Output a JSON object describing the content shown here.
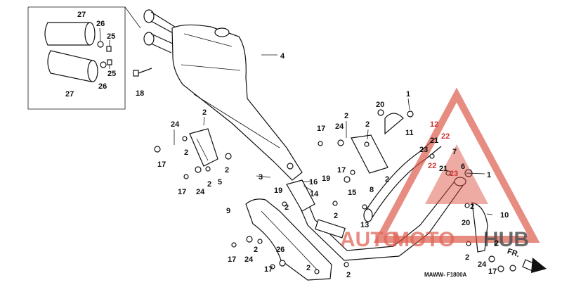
{
  "diagram_code": "MAWW- F1800A",
  "direction_label": "FR.",
  "watermark": {
    "text_auto": "AUTO",
    "text_moto": "MOTO",
    "text_hub": "HUB",
    "accent_color": "#d94b3a",
    "dark_color": "#333333"
  },
  "callouts": {
    "c27a": "27",
    "c26a": "26",
    "c25a": "25",
    "c25b": "25",
    "c26b": "26",
    "c27b": "27",
    "c18": "18",
    "c4": "4",
    "c2a": "2",
    "c24a": "24",
    "c2b": "2",
    "c17a": "17",
    "c2c": "2",
    "c24b": "24",
    "c2d": "2",
    "c5": "5",
    "c17b": "17",
    "c3": "3",
    "c16": "16",
    "c14": "14",
    "c19a": "19",
    "c19b": "19",
    "c2e": "2",
    "c9": "9",
    "c17c": "17",
    "c24c": "24",
    "c2f": "2",
    "c17d": "17",
    "c26c": "26",
    "c2g": "2",
    "c2h": "2",
    "c17e": "17",
    "c24d": "24",
    "c2i": "2",
    "c17f": "17",
    "c2j": "2",
    "c8": "8",
    "c15": "15",
    "c2k": "2",
    "c2l": "2",
    "c20a": "20",
    "c11": "11",
    "c1a": "1",
    "c12": "12",
    "c21a": "21",
    "c22a": "22",
    "c23a": "23",
    "c7": "7",
    "c22b": "22",
    "c21b": "21",
    "c6": "6",
    "c23b": "23",
    "c1b": "1",
    "c10": "10",
    "c20b": "20",
    "c13": "13",
    "c2m": "2",
    "c24e": "24",
    "c2n": "2",
    "c17g": "17",
    "c2o": "2"
  }
}
